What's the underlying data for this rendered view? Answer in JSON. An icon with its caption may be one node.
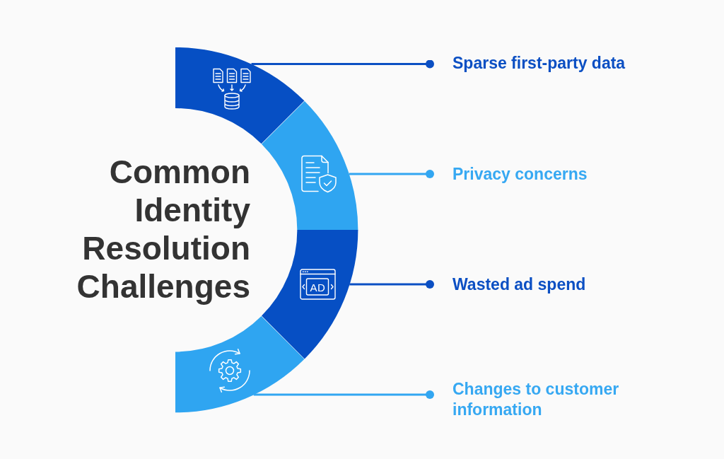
{
  "diagram": {
    "title": "Common Identity Resolution Challenges",
    "nodes": [
      {
        "text": [],
        "shape": "arc"
      },
      {
        "text": [],
        "shape": "arc"
      },
      {
        "text": [],
        "shape": "arc"
      },
      {
        "text": [],
        "shape": "arc"
      },
      {
        "text": [
          "Sparse first-party data"
        ]
      },
      {
        "text": [
          "Privacy concerns"
        ]
      },
      {
        "text": [
          "Wasted ad spend"
        ]
      },
      {
        "text": [
          "Changes to customer information"
        ]
      }
    ],
    "edges": [
      {
        "from": 0,
        "to": 4,
        "arrow": "other",
        "color": "#0b4fc3"
      },
      {
        "from": 1,
        "to": 5,
        "arrow": "other",
        "color": "#32a6f1"
      },
      {
        "from": 2,
        "to": 6,
        "arrow": "other",
        "color": "#0b4fc3"
      },
      {
        "from": 3,
        "to": 7,
        "arrow": "other",
        "color": "#32a6f1"
      }
    ],
    "labels": [
      "AD"
    ]
  }
}
